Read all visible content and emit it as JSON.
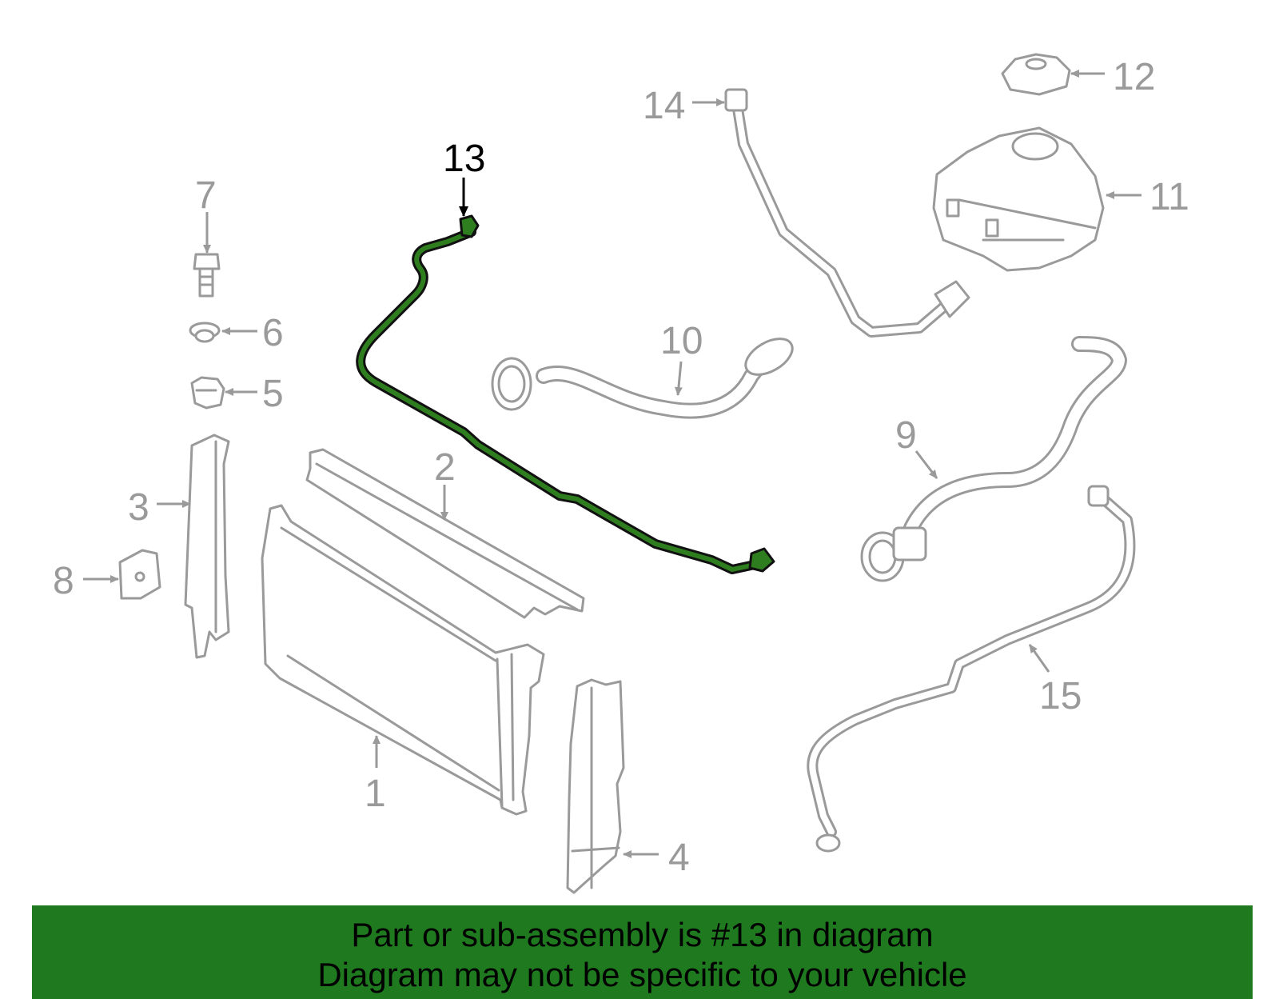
{
  "diagram": {
    "highlight_color": "#1f7a1f",
    "callouts": {
      "c1": "1",
      "c2": "2",
      "c3": "3",
      "c4": "4",
      "c5": "5",
      "c6": "6",
      "c7": "7",
      "c8": "8",
      "c9": "9",
      "c10": "10",
      "c11": "11",
      "c12": "12",
      "c13": "13",
      "c14": "14",
      "c15": "15"
    }
  },
  "banner": {
    "line1": "Part or sub-assembly is #13 in diagram",
    "line2": "Diagram may not be specific to your vehicle"
  }
}
